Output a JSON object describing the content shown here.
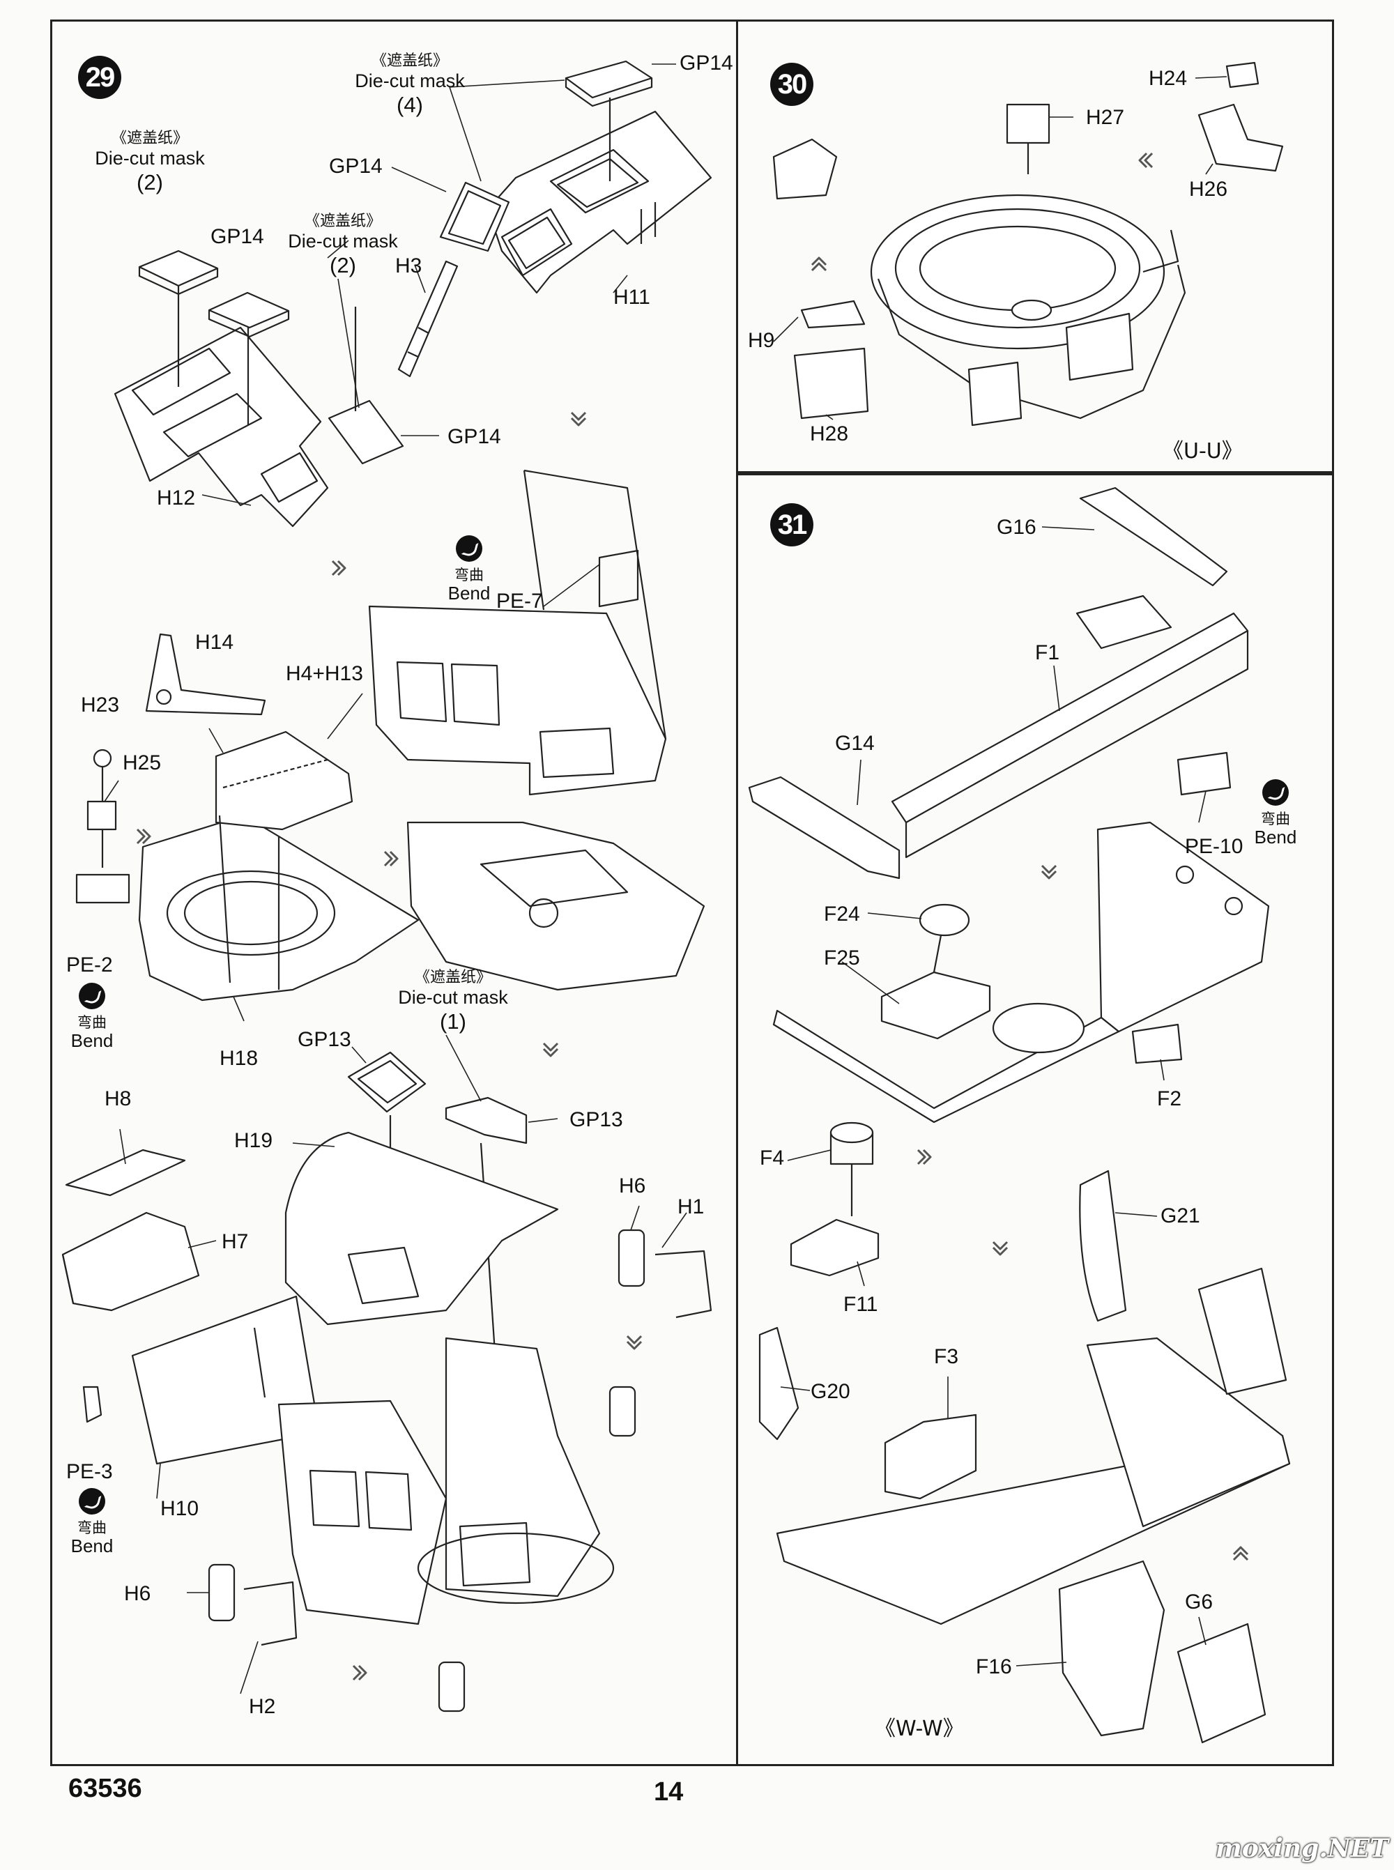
{
  "steps": [
    {
      "number": "29"
    },
    {
      "number": "30"
    },
    {
      "number": "31"
    }
  ],
  "labels": {
    "mask4_cn": "《遮盖纸》",
    "mask4_en": "Die-cut mask",
    "mask4_qty": "(4)",
    "mask2a_cn": "《遮盖纸》",
    "mask2a_en": "Die-cut mask",
    "mask2a_qty": "(2)",
    "mask2b_cn": "《遮盖纸》",
    "mask2b_en": "Die-cut mask",
    "mask2b_qty": "(2)",
    "mask1_cn": "《遮盖纸》",
    "mask1_en": "Die-cut mask",
    "mask1_qty": "(1)",
    "gp14_top": "GP14",
    "gp14_mid": "GP14",
    "gp14_left": "GP14",
    "gp14_right": "GP14",
    "h3": "H3",
    "h11": "H11",
    "h12": "H12",
    "h14": "H14",
    "h4h13": "H4+H13",
    "h23": "H23",
    "h25": "H25",
    "pe2": "PE-2",
    "h18": "H18",
    "pe7": "PE-7",
    "gp13a": "GP13",
    "gp13b": "GP13",
    "h8": "H8",
    "h7": "H7",
    "h19": "H19",
    "h6a": "H6",
    "h1": "H1",
    "pe3": "PE-3",
    "h10": "H10",
    "h6b": "H6",
    "h2": "H2",
    "h24": "H24",
    "h27": "H27",
    "h26": "H26",
    "h9": "H9",
    "h28": "H28",
    "g16": "G16",
    "f1": "F1",
    "g14": "G14",
    "pe10": "PE-10",
    "f24": "F24",
    "f25": "F25",
    "f2": "F2",
    "f4": "F4",
    "f11": "F11",
    "g21": "G21",
    "g20": "G20",
    "f3": "F3",
    "g6": "G6",
    "f16": "F16"
  },
  "bend": {
    "cn": "弯曲",
    "en": "Bend"
  },
  "views": {
    "uu": "《U-U》",
    "ww": "《W-W》"
  },
  "footer": {
    "product_code": "63536",
    "page_number": "14"
  },
  "watermark": "moxing.NET"
}
